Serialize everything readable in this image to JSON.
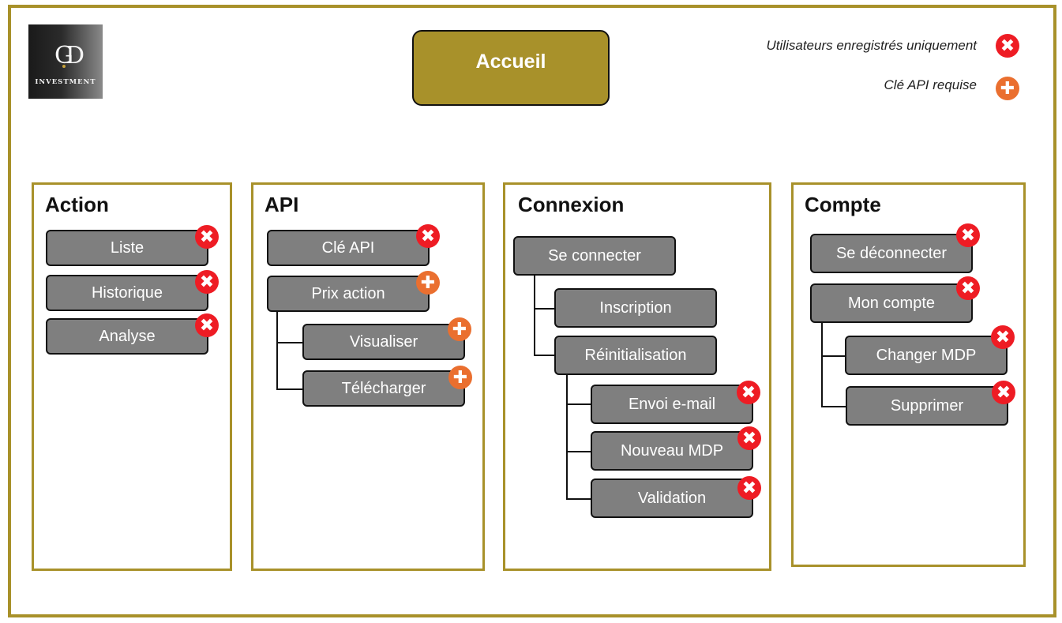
{
  "logo": {
    "monogram": "GD",
    "word": "INVESTMENT"
  },
  "home": {
    "label": "Accueil",
    "color": "#a8912a"
  },
  "legend": [
    {
      "label": "Utilisateurs enregistrés uniquement",
      "icon": "close-icon",
      "color": "#ee1c24"
    },
    {
      "label": "Clé API requise",
      "icon": "plus-icon",
      "color": "#ea6f2f"
    }
  ],
  "panels": {
    "action": {
      "title": "Action",
      "nodes": [
        {
          "label": "Liste",
          "badge": "registered-only"
        },
        {
          "label": "Historique",
          "badge": "registered-only"
        },
        {
          "label": "Analyse",
          "badge": "registered-only"
        }
      ]
    },
    "api": {
      "title": "API",
      "nodes": [
        {
          "label": "Clé API",
          "badge": "registered-only"
        },
        {
          "label": "Prix action",
          "badge": "api-key"
        },
        {
          "label": "Visualiser",
          "badge": "api-key"
        },
        {
          "label": "Télécharger",
          "badge": "api-key"
        }
      ]
    },
    "connexion": {
      "title": "Connexion",
      "nodes": [
        {
          "label": "Se connecter"
        },
        {
          "label": "Inscription"
        },
        {
          "label": "Réinitialisation"
        },
        {
          "label": "Envoi e-mail",
          "badge": "registered-only"
        },
        {
          "label": "Nouveau MDP",
          "badge": "registered-only"
        },
        {
          "label": "Validation",
          "badge": "registered-only"
        }
      ]
    },
    "compte": {
      "title": "Compte",
      "nodes": [
        {
          "label": "Se déconnecter",
          "badge": "registered-only"
        },
        {
          "label": "Mon compte",
          "badge": "registered-only"
        },
        {
          "label": "Changer MDP",
          "badge": "registered-only"
        },
        {
          "label": "Supprimer",
          "badge": "registered-only"
        }
      ]
    }
  },
  "colors": {
    "accent": "#a8912a",
    "node": "#7f7f7f",
    "red_badge": "#ee1c24",
    "orange_badge": "#ea6f2f"
  }
}
